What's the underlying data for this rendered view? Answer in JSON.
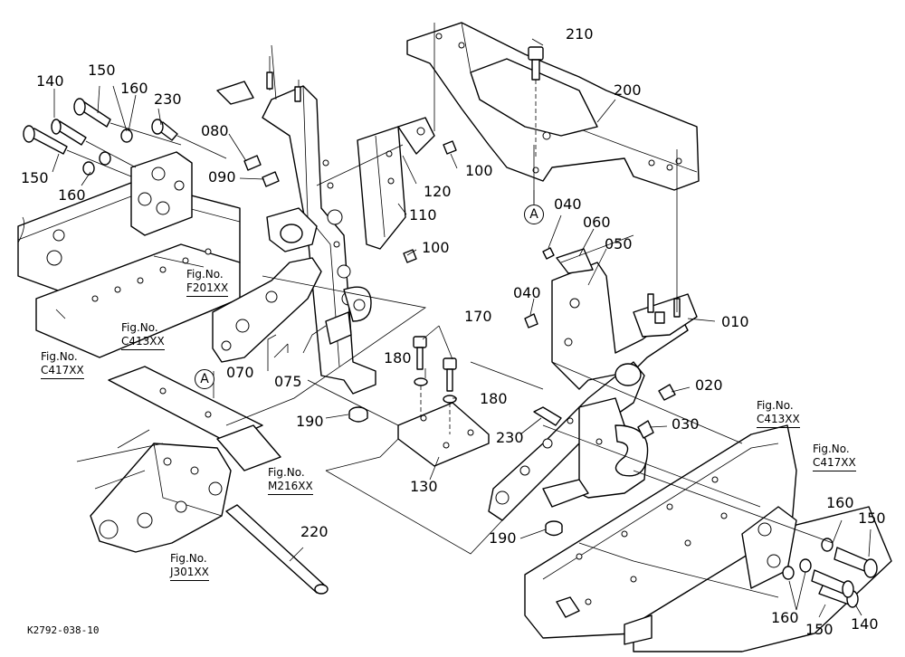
{
  "drawing_number": "K2792-038-10",
  "callouts": {
    "p010": "010",
    "p020": "020",
    "p030": "030",
    "p040a": "040",
    "p040b": "040",
    "p050": "050",
    "p060": "060",
    "p070": "070",
    "p075": "075",
    "p080": "080",
    "p090": "090",
    "p100a": "100",
    "p100b": "100",
    "p110": "110",
    "p120": "120",
    "p130": "130",
    "p140a": "140",
    "p140b": "140",
    "p150a": "150",
    "p150b": "150",
    "p150c": "150",
    "p150d": "150",
    "p160a": "160",
    "p160b": "160",
    "p160c": "160",
    "p160d": "160",
    "p170": "170",
    "p180a": "180",
    "p180b": "180",
    "p190a": "190",
    "p190b": "190",
    "p200": "200",
    "p210": "210",
    "p220": "220",
    "p230a": "230",
    "p230b": "230"
  },
  "refs": {
    "a_top": "A",
    "a_bottom": "A"
  },
  "figure_refs": {
    "fig_label": "Fig.No.",
    "f201": "F201XX",
    "c413_left": "C413XX",
    "c417_left": "C417XX",
    "m216": "M216XX",
    "j301": "J301XX",
    "c413_right": "C413XX",
    "c417_right": "C417XX"
  }
}
